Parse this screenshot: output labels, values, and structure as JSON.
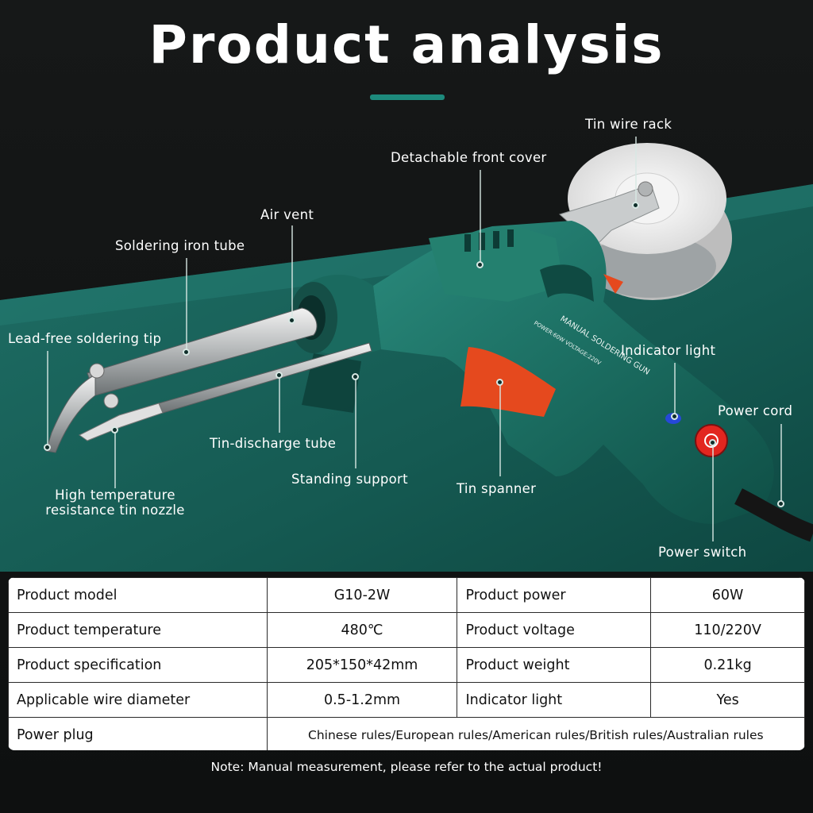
{
  "title": "Product analysis",
  "accent": "#1d8a7c",
  "callouts": {
    "tin_wire_rack": "Tin wire rack",
    "detachable_front_cover": "Detachable front cover",
    "air_vent": "Air vent",
    "soldering_iron_tube": "Soldering iron tube",
    "lead_free_tip": "Lead-free soldering tip",
    "indicator_light": "Indicator light",
    "power_cord": "Power cord",
    "tin_discharge_tube": "Tin-discharge tube",
    "standing_support": "Standing support",
    "tin_spanner": "Tin spanner",
    "nozzle_line1": "High temperature",
    "nozzle_line2": "resistance tin nozzle",
    "power_switch": "Power switch"
  },
  "product_print": {
    "line1": "MANUAL SOLDERING GUN",
    "line2": "POWER:60W VOLTAGE:220V"
  },
  "specs": {
    "rows": [
      [
        "Product model",
        "G10-2W",
        "Product power",
        "60W"
      ],
      [
        "Product temperature",
        "480℃",
        "Product voltage",
        "110/220V"
      ],
      [
        "Product specification",
        "205*150*42mm",
        "Product weight",
        "0.21kg"
      ],
      [
        "Applicable wire diameter",
        "0.5-1.2mm",
        "Indicator light",
        "Yes"
      ]
    ],
    "plug_label": "Power plug",
    "plug_value": "Chinese rules/European rules/American rules/British rules/Australian rules"
  },
  "note": "Note: Manual measurement, please refer to the actual product!"
}
